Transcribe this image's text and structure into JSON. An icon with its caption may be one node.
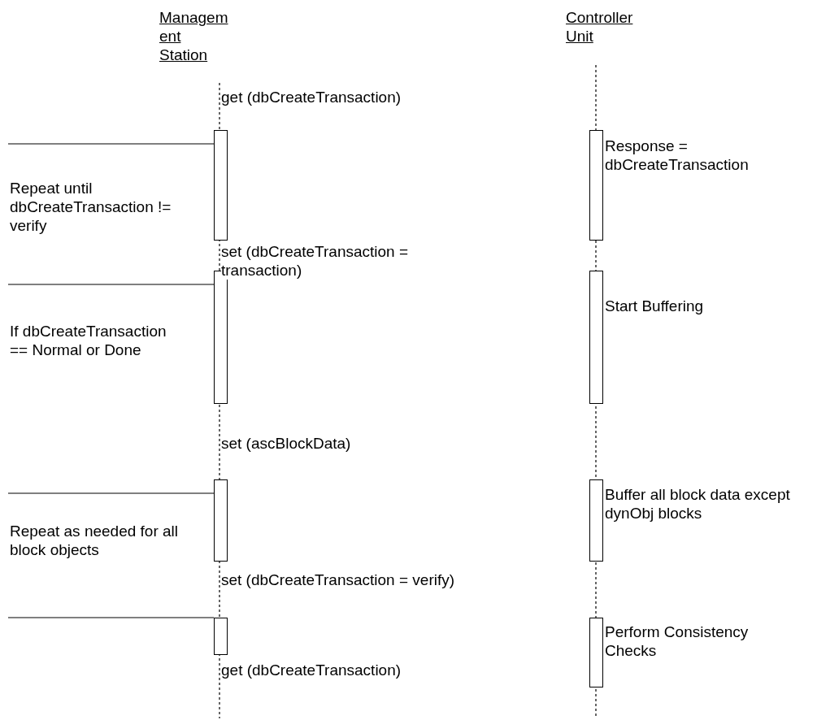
{
  "diagram": {
    "nodes": [
      {
        "text": [
          "Management Station"
        ]
      },
      {
        "text": [
          "Controller Unit"
        ]
      },
      {
        "text": [],
        "shape": "bar",
        "beside": [
          "Repeat until dbCreateTransaction != verify"
        ]
      },
      {
        "text": [],
        "shape": "bar",
        "beside": [
          "Response = dbCreateTransaction"
        ]
      },
      {
        "text": [],
        "shape": "bar",
        "beside": [
          "If dbCreateTransaction == Normal or Done"
        ]
      },
      {
        "text": [],
        "shape": "bar",
        "beside": [
          "Start Buffering"
        ]
      },
      {
        "text": [],
        "shape": "bar",
        "beside": [
          "Repeat as needed for all block objects"
        ]
      },
      {
        "text": [],
        "shape": "bar",
        "beside": [
          "Buffer all block data except dynObj blocks"
        ]
      },
      {
        "text": [],
        "shape": "bar"
      },
      {
        "text": [],
        "shape": "bar",
        "beside": [
          "Perform Consistency Checks"
        ]
      }
    ],
    "edges": [
      {
        "from": null,
        "to": 2,
        "arrow": "none"
      },
      {
        "from": null,
        "to": 4,
        "arrow": "none"
      },
      {
        "from": null,
        "to": 6,
        "arrow": "none"
      },
      {
        "from": null,
        "to": 8,
        "arrow": "none"
      }
    ],
    "labels": [
      "get (dbCreateTransaction)",
      "set (dbCreateTransaction = transaction)",
      "set (ascBlockData)",
      "set (dbCreateTransaction = verify)",
      "get (dbCreateTransaction)"
    ]
  }
}
